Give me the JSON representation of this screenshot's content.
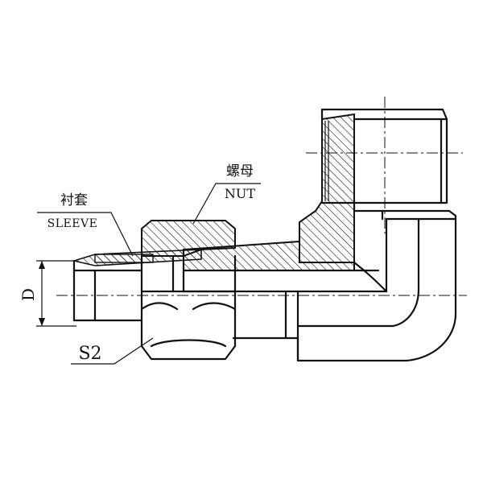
{
  "labels": {
    "sleeve_cn": "衬套",
    "sleeve_en": "SLEEVE",
    "nut_cn": "螺母",
    "nut_en": "NUT",
    "dimension_d": "D",
    "dimension_s2": "S2"
  },
  "colors": {
    "line": "#111111",
    "background": "#ffffff"
  }
}
